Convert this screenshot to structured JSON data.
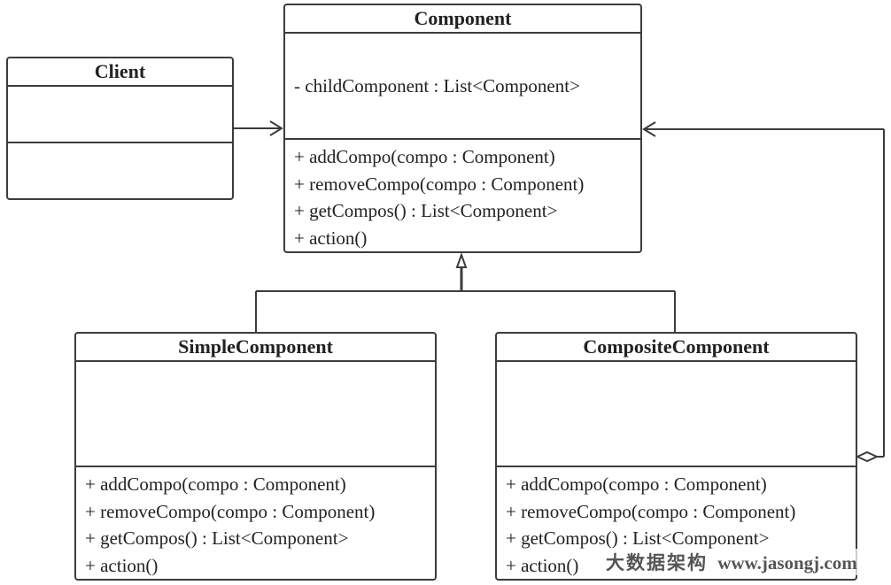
{
  "classes": {
    "client": {
      "name": "Client",
      "attributes": [],
      "operations": []
    },
    "component": {
      "name": "Component",
      "attributes": [
        "- childComponent : List<Component>"
      ],
      "operations": [
        "+ addCompo(compo : Component)",
        "+ removeCompo(compo : Component)",
        "+ getCompos() : List<Component>",
        "+ action()"
      ]
    },
    "simple": {
      "name": "SimpleComponent",
      "attributes": [],
      "operations": [
        "+ addCompo(compo : Component)",
        "+ removeCompo(compo : Component)",
        "+ getCompos() : List<Component>",
        "+ action()"
      ]
    },
    "composite": {
      "name": "CompositeComponent",
      "attributes": [],
      "operations": [
        "+ addCompo(compo : Component)",
        "+ removeCompo(compo : Component)",
        "+ getCompos() : List<Component>",
        "+ action()"
      ]
    }
  },
  "relations": [
    {
      "from": "client",
      "to": "component",
      "kind": "association"
    },
    {
      "from": "simple",
      "to": "component",
      "kind": "generalization"
    },
    {
      "from": "composite",
      "to": "component",
      "kind": "generalization"
    },
    {
      "from": "composite",
      "to": "component",
      "kind": "aggregation"
    }
  ],
  "watermark": {
    "brand": "大数据架构",
    "site": "www.jasongj.com"
  },
  "colors": {
    "line": "#3c3c3c",
    "text": "#222222",
    "background": "#ffffff"
  }
}
